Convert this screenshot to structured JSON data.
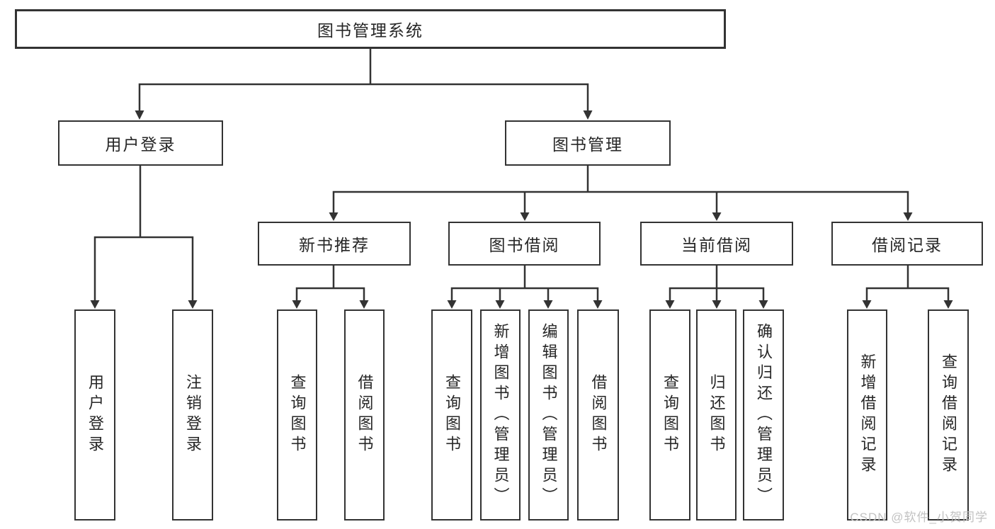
{
  "root": {
    "label": "图书管理系统"
  },
  "level1": {
    "user_login": {
      "label": "用户登录",
      "children": [
        {
          "label": "用户登录"
        },
        {
          "label": "注销登录"
        }
      ]
    },
    "book_mgmt": {
      "label": "图书管理"
    }
  },
  "level2": {
    "new_books": {
      "label": "新书推荐",
      "children": [
        {
          "label": "查询图书"
        },
        {
          "label": "借阅图书"
        }
      ]
    },
    "book_borrow": {
      "label": "图书借阅",
      "children": [
        {
          "label": "查询图书"
        },
        {
          "label": "新增图书（管理员）"
        },
        {
          "label": "编辑图书（管理员）"
        },
        {
          "label": "借阅图书"
        }
      ]
    },
    "current_borrow": {
      "label": "当前借阅",
      "children": [
        {
          "label": "查询图书"
        },
        {
          "label": "归还图书"
        },
        {
          "label": "确认归还（管理员）"
        }
      ]
    },
    "borrow_records": {
      "label": "借阅记录",
      "children": [
        {
          "label": "新增借阅记录"
        },
        {
          "label": "查询借阅记录"
        }
      ]
    }
  },
  "watermark": "CSDN @软件_小贺同学",
  "colors": {
    "line": "#333333",
    "text": "#262626",
    "watermark": "#c2c2c2",
    "background": "#ffffff"
  }
}
